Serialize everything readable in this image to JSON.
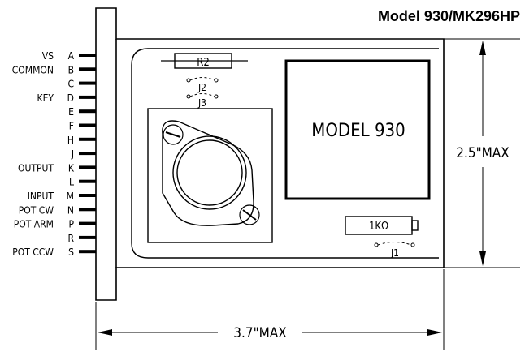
{
  "title": "Model 930/MK296HP",
  "module_label": "MODEL 930",
  "resistor_label": "R2",
  "pot_label": "1KΩ",
  "jumpers": [
    "J2",
    "J3",
    "J1"
  ],
  "dimensions": {
    "height": "2.5\"MAX",
    "width": "3.7\"MAX"
  },
  "pins": [
    {
      "letter": "A",
      "signal": "VS"
    },
    {
      "letter": "B",
      "signal": "COMMON"
    },
    {
      "letter": "C",
      "signal": ""
    },
    {
      "letter": "D",
      "signal": "KEY"
    },
    {
      "letter": "E",
      "signal": ""
    },
    {
      "letter": "F",
      "signal": ""
    },
    {
      "letter": "H",
      "signal": ""
    },
    {
      "letter": "J",
      "signal": ""
    },
    {
      "letter": "K",
      "signal": "OUTPUT"
    },
    {
      "letter": "L",
      "signal": ""
    },
    {
      "letter": "M",
      "signal": "INPUT"
    },
    {
      "letter": "N",
      "signal": "POT CW"
    },
    {
      "letter": "P",
      "signal": "POT ARM"
    },
    {
      "letter": "R",
      "signal": ""
    },
    {
      "letter": "S",
      "signal": "POT CCW"
    }
  ]
}
